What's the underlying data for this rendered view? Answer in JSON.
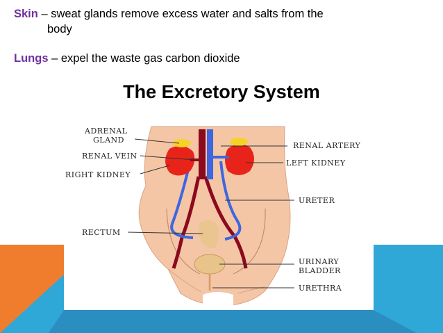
{
  "bullets": [
    {
      "term": "Skin",
      "sep": " – ",
      "text": "sweat glands remove excess water and salts from the",
      "continuation": "body"
    },
    {
      "term": "Lungs",
      "sep": " – ",
      "text": "expel the waste gas carbon dioxide"
    }
  ],
  "title": "The Excretory System",
  "diagram": {
    "labels": {
      "adrenal_gland_1": "ADRENAL",
      "adrenal_gland_2": "GLAND",
      "renal_vein": "RENAL VEIN",
      "right_kidney": "RIGHT KIDNEY",
      "rectum": "RECTUM",
      "renal_artery": "RENAL ARTERY",
      "left_kidney": "LEFT KIDNEY",
      "ureter": "URETER",
      "urinary_bladder_1": "URINARY",
      "urinary_bladder_2": "BLADDER",
      "urethra": "URETHRA"
    }
  },
  "colors": {
    "term": "#7030a0",
    "skin": "#f4c6a6",
    "kidney": "#e8231a",
    "adrenal": "#f5d22a",
    "vein": "#8b0a1e",
    "artery": "#3f66e0",
    "bladder": "#e9c48a",
    "deco_orange": "#f07d2e",
    "deco_blue": "#2fa8d8",
    "deco_blue_dark": "#2a8fc0"
  }
}
